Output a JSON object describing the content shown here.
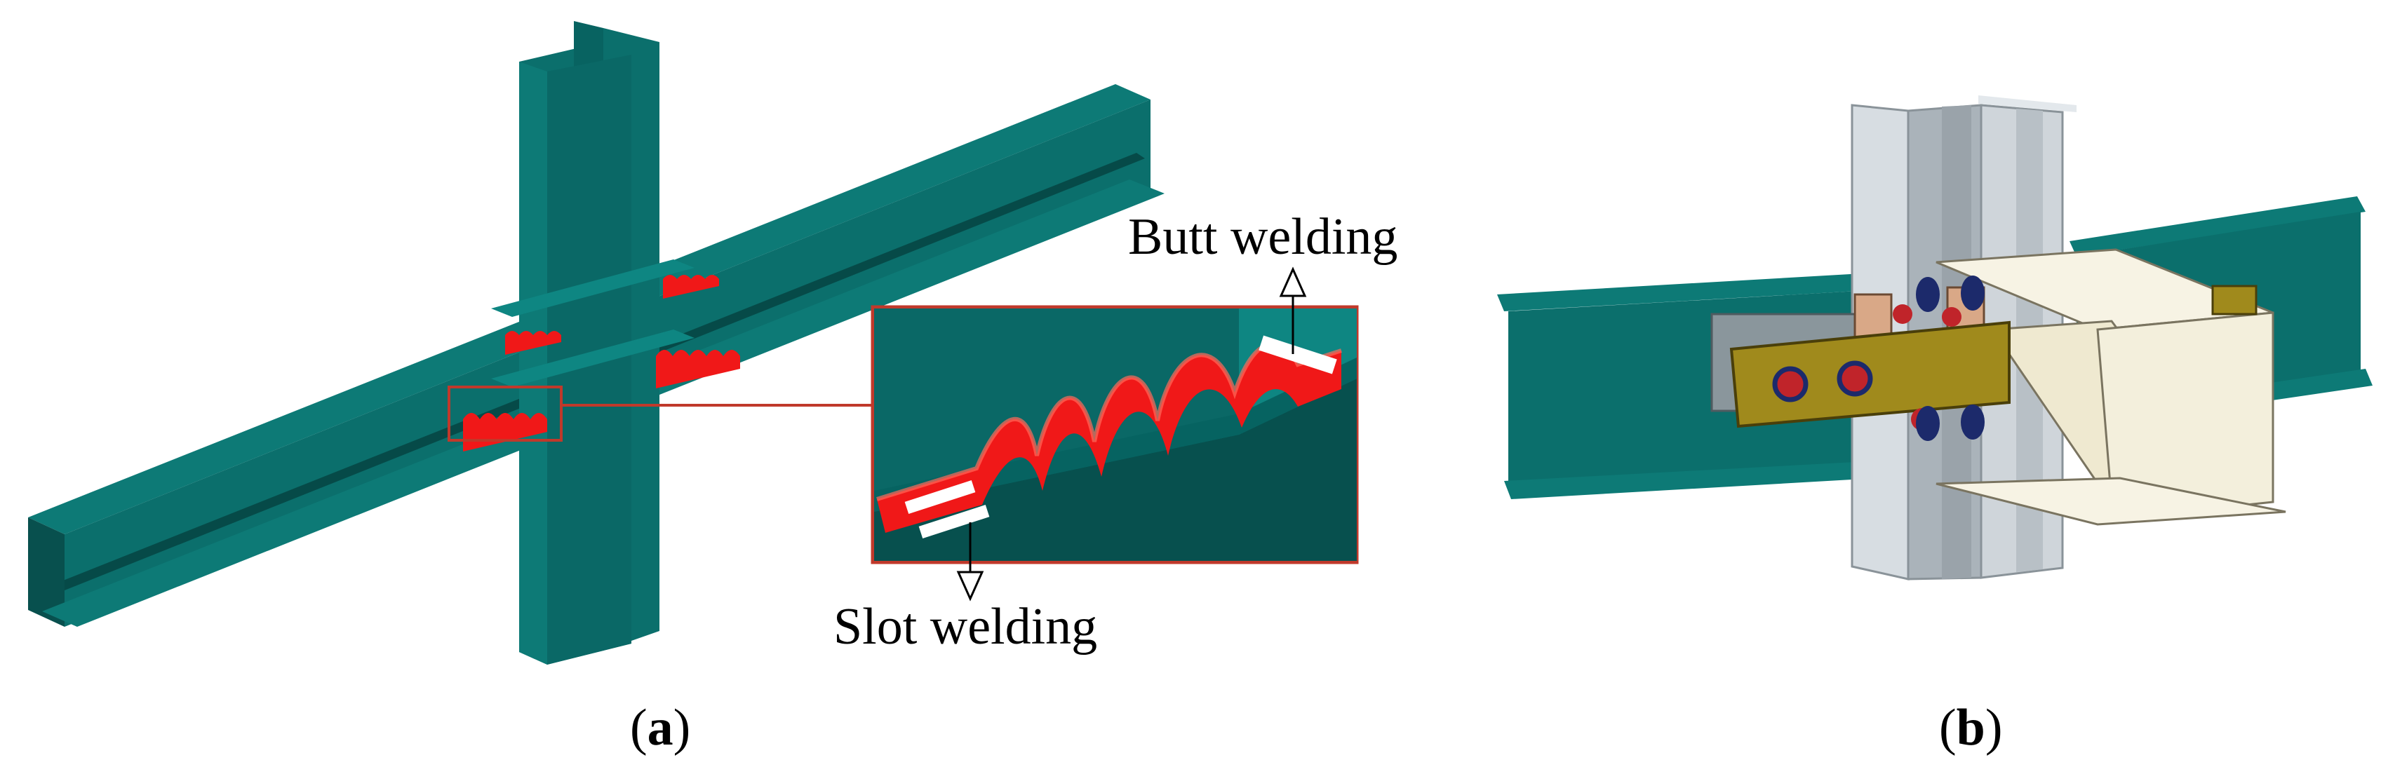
{
  "panel_a": {
    "label_open": "(",
    "label_letter": "a",
    "label_close": ")",
    "callout_butt": "Butt welding",
    "callout_slot": "Slot welding"
  },
  "panel_b": {
    "label_open": "(",
    "label_letter": "b",
    "label_close": ")"
  },
  "colors": {
    "steel_teal": "#0b6f6c",
    "steel_teal_dark": "#064a48",
    "weld_red": "#f01818",
    "highlight_box": "#c0392b",
    "column_grey": "#cfd5da",
    "beam_cream": "#f3efdc",
    "plate_olive": "#a08a1c",
    "bolt_red": "#c0242a",
    "bolt_navy": "#1c2a6b"
  }
}
